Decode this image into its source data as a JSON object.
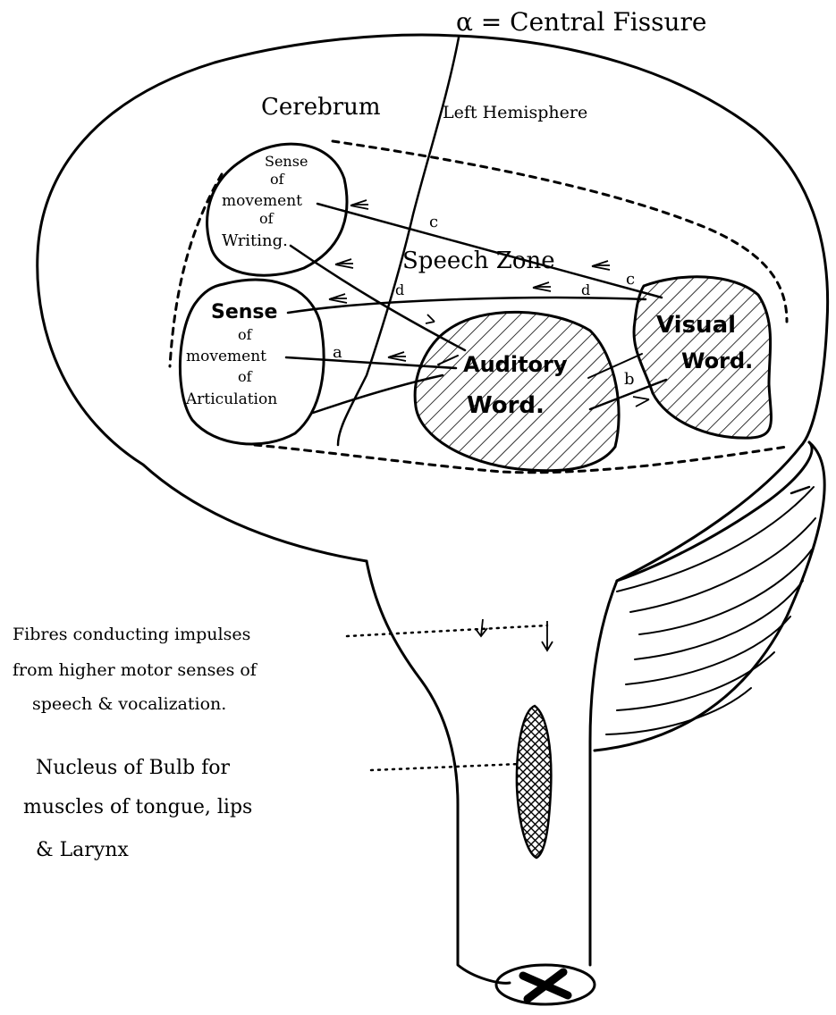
{
  "diagram": {
    "central_fissure": "α = Central Fissure",
    "cerebrum": "Cerebrum",
    "hemisphere": "Left Hemisphere",
    "speech_zone": "Speech Zone",
    "writing": [
      "Sense",
      "of",
      "movement",
      "of",
      "Writing."
    ],
    "articulation": [
      "Sense",
      "of",
      "movement",
      "of",
      "Articulation"
    ],
    "auditory": [
      "Auditory",
      "Word."
    ],
    "visual": [
      "Visual",
      "Word."
    ],
    "path_letters": {
      "a": "a",
      "b": "b",
      "c1": "c",
      "c2": "c",
      "d1": "d",
      "d2": "d"
    },
    "fibres_label": [
      "Fibres conducting impulses",
      "from higher motor senses of",
      "speech & vocalization."
    ],
    "nucleus_label": [
      "Nucleus of Bulb for",
      "muscles of tongue, lips",
      "& Larynx"
    ]
  },
  "colors": {
    "ink": "#000000",
    "background": "#ffffff"
  }
}
